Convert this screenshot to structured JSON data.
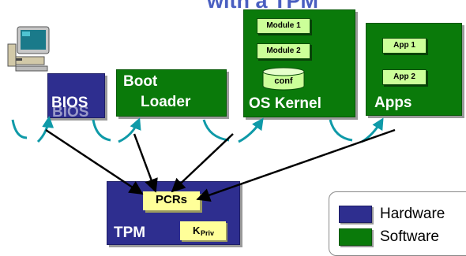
{
  "title": "with a TPM",
  "colors": {
    "hardware": "#2e2e8f",
    "software": "#0a7a0a",
    "module": "#ccff99",
    "tpm_inner": "#ffff99",
    "flow_arc": "#0f9aa8"
  },
  "icons": {
    "computer": "computer-icon"
  },
  "blocks": {
    "bios": {
      "label": "BIOS",
      "overlap": "BIOS"
    },
    "boot_loader": {
      "line1": "Boot",
      "line2": "Loader"
    },
    "os_kernel": {
      "label": "OS Kernel",
      "modules": [
        "Module 1",
        "Module 2"
      ],
      "conf": "conf"
    },
    "apps": {
      "label": "Apps",
      "items": [
        "App 1",
        "App 2"
      ]
    },
    "tpm": {
      "label": "TPM",
      "pcrs": "PCRs",
      "key_main": "K",
      "key_sub": "Priv"
    }
  },
  "legend": {
    "hardware": "Hardware",
    "software": "Software"
  }
}
